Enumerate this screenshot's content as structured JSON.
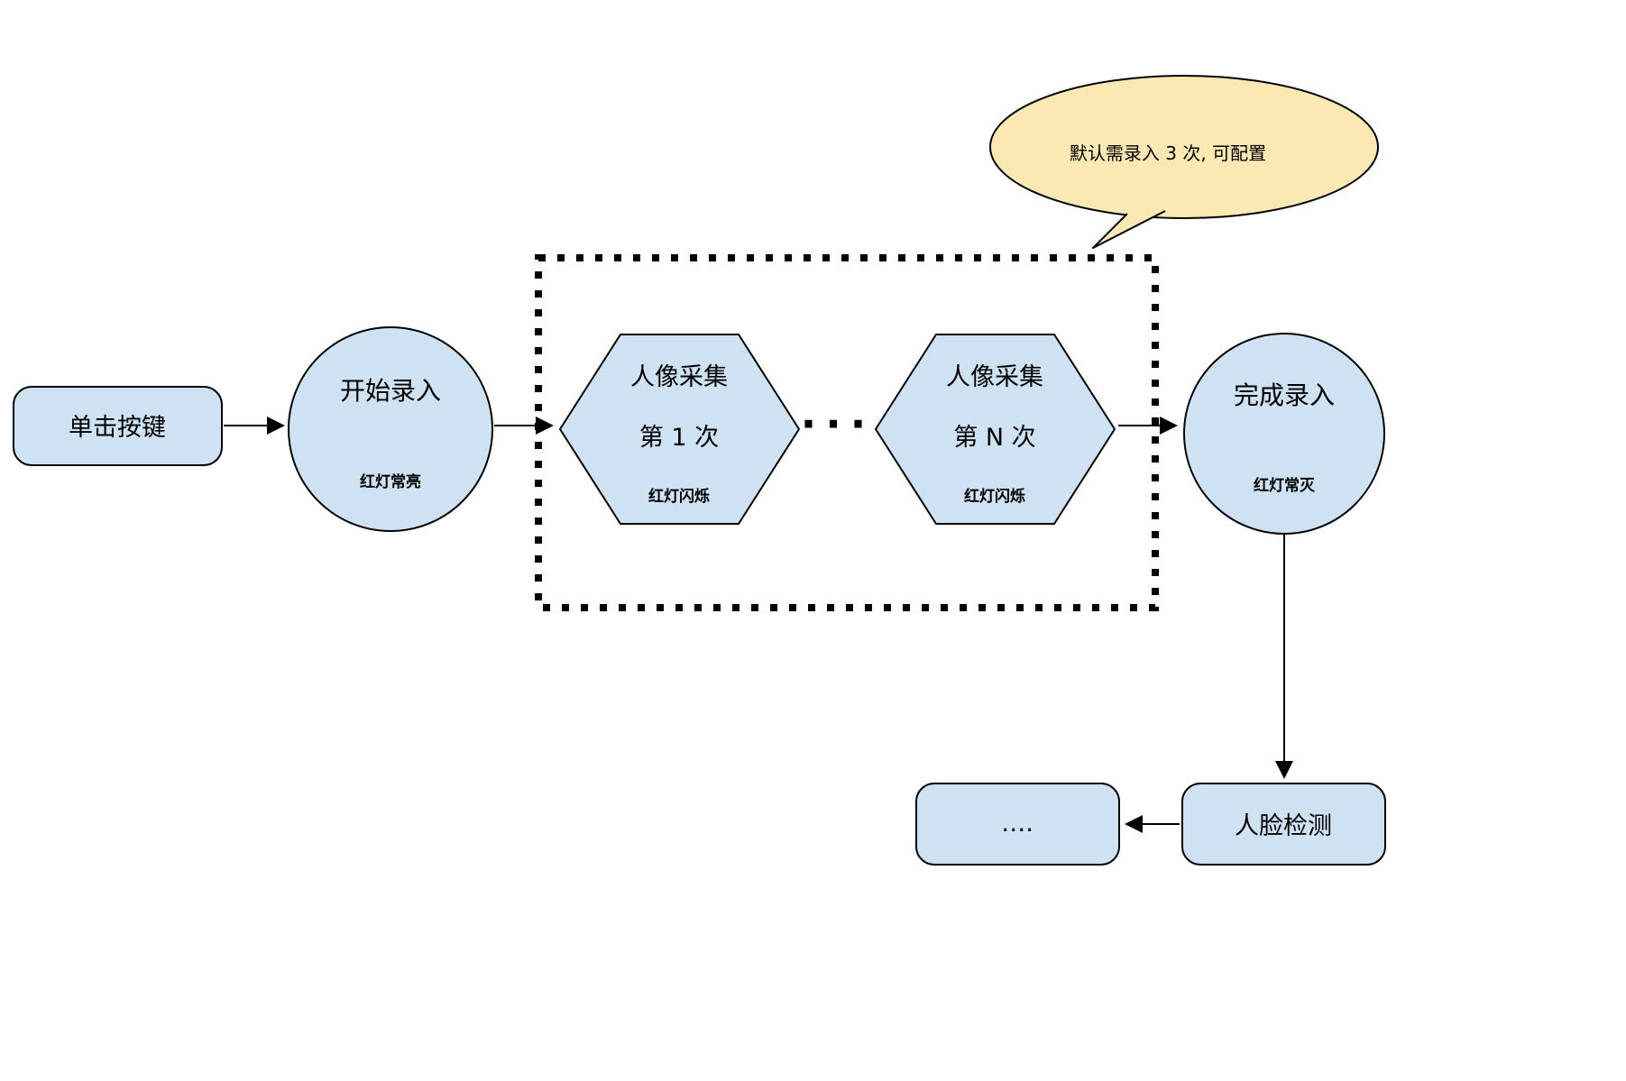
{
  "diagram": {
    "type": "flowchart",
    "colors": {
      "node_fill": "#cfe2f3",
      "node_stroke": "#000000",
      "callout_fill": "#fce8b2",
      "arrow": "#000000",
      "background": "#ffffff"
    },
    "callout": {
      "text": "默认需录入 3 次, 可配置"
    },
    "nodes": {
      "click_button": {
        "label": "单击按键"
      },
      "start_enroll": {
        "label": "开始录入",
        "status": "红灯常亮"
      },
      "capture_first": {
        "title": "人像采集",
        "subtitle": "第 1 次",
        "status": "红灯闪烁"
      },
      "capture_nth": {
        "title": "人像采集",
        "subtitle": "第 N 次",
        "status": "红灯闪烁"
      },
      "separator": {
        "dots": "···"
      },
      "finish_enroll": {
        "label": "完成录入",
        "status": "红灯常灭"
      },
      "face_detect": {
        "label": "人脸检测"
      },
      "next_steps": {
        "label": "…."
      }
    }
  }
}
